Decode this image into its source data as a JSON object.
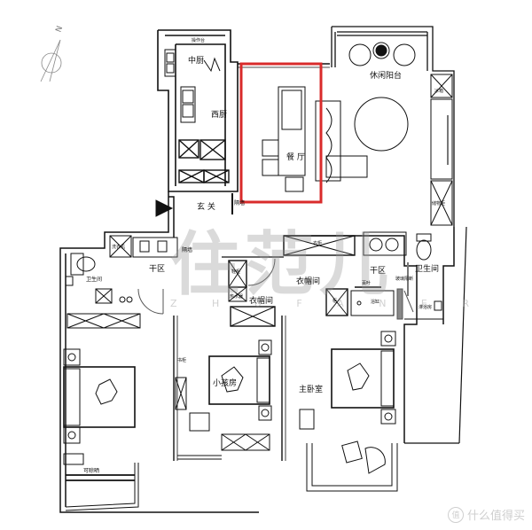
{
  "plan": {
    "title": "floor plan",
    "highlight_color": "#d92b2b",
    "wall_color": "#111111",
    "watermark_color": "#999999"
  },
  "compass": {
    "label": "N"
  },
  "rooms": {
    "counter": "操作台",
    "chinese_kitchen": "中厨",
    "western_kitchen": "西厨",
    "dining": "餐 厅",
    "leisure_balcony": "休闲阳台",
    "foyer": "玄 关",
    "partition_top": "隔墙",
    "partition_left": "隔墙",
    "dry_zone_left": "干区",
    "bathroom_left": "卫生间",
    "closet_center": "衣帽间",
    "closet_small": "衣帽间",
    "dry_zone_right": "干区",
    "bathroom_right": "卫生间",
    "study_cabinet": "书柜",
    "kids_room": "小孩房",
    "master_bedroom": "主卧室",
    "drying_area": "可晾晒"
  },
  "fixtures": {
    "fridge": "冰箱",
    "storage_cabinet": "储物柜",
    "wash_machine": "洗衣机",
    "shoe_cabinet": "鞋柜",
    "wardrobe": "衣柜",
    "bathtub": "浴缸",
    "blinds": "百叶",
    "glass_partition": "玻璃隔断",
    "shower_room": "淋浴房",
    "water_heater": "热水器",
    "cabinet": "柜"
  },
  "watermark": {
    "main": "住范儿",
    "sub": "Z  H  U  F  A  N  E  R"
  },
  "brand": {
    "badge": "值",
    "name": "什么值得买"
  }
}
